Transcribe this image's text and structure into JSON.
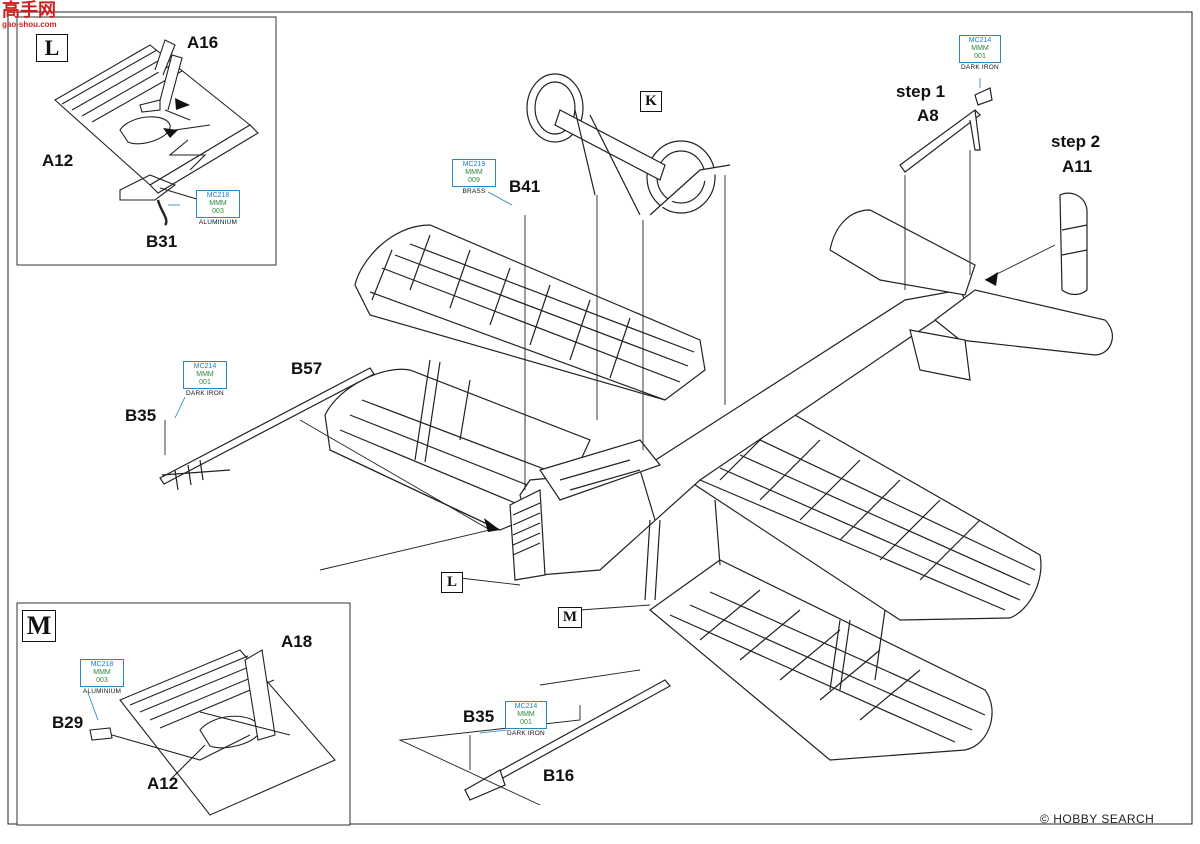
{
  "watermark_top": {
    "logo_text": "高手网",
    "url": "gao-shou.com"
  },
  "watermark_bottom": {
    "copyright": "©",
    "brand_text": "HOBBY SEARCH"
  },
  "insets": [
    {
      "key": "L",
      "letter": "L",
      "labels": [
        "A16",
        "A12",
        "B31"
      ],
      "paint": {
        "code": "MC218",
        "brand": "MMM",
        "num": "003",
        "name": "ALUMINIUM"
      }
    },
    {
      "key": "M",
      "letter": "M",
      "labels": [
        "A18",
        "B29",
        "A12"
      ],
      "paint": {
        "code": "MC218",
        "brand": "MMM",
        "num": "003",
        "name": "ALUMINIUM"
      }
    }
  ],
  "callouts": {
    "K": "K",
    "L": "L",
    "M": "M"
  },
  "parts": {
    "B41": "B41",
    "B57": "B57",
    "B35_top": "B35",
    "B35_bottom": "B35",
    "B16": "B16",
    "A8": "A8",
    "A11": "A11"
  },
  "steps": {
    "step1": "step 1",
    "step2": "step 2"
  },
  "paints": {
    "brass": {
      "code": "MC219",
      "brand": "MMM",
      "num": "009",
      "name": "BRASS"
    },
    "dark_iron_b57": {
      "code": "MC214",
      "brand": "MMM",
      "num": "001",
      "name": "DARK IRON"
    },
    "dark_iron_tail": {
      "code": "MC214",
      "brand": "MMM",
      "num": "001",
      "name": "DARK IRON"
    },
    "dark_iron_b16": {
      "code": "MC214",
      "brand": "MMM",
      "num": "001",
      "name": "DARK IRON"
    }
  }
}
